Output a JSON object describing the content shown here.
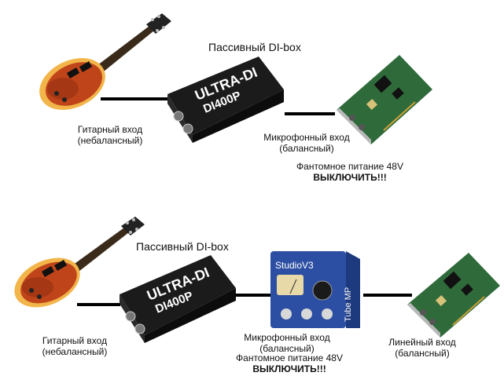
{
  "top": {
    "box_title": "Пассивный DI-box",
    "box_brand": "ULTRA-DI",
    "box_model": "DI400P",
    "guitar_input": [
      "Гитарный вход",
      "(небалансный)"
    ],
    "mic_input": [
      "Микрофонный вход",
      "(балансный)"
    ],
    "phantom": "Фантомное питание 48V",
    "disable": "ВЫКЛЮЧИТЬ!!!"
  },
  "bottom": {
    "box_title": "Пассивный DI-box",
    "box_brand": "ULTRA-DI",
    "box_model": "DI400P",
    "preamp_brand": "StudioV3",
    "preamp_side": "Tube MP",
    "guitar_input": [
      "Гитарный вход",
      "(небалансный)"
    ],
    "mic_input": [
      "Микрофонный вход",
      "(балансный)"
    ],
    "phantom": "Фантомное питание 48V",
    "disable": "ВЫКЛЮЧИТЬ!!!",
    "line_input": [
      "Линейный вход",
      "(балансный)"
    ]
  },
  "colors": {
    "guitar_body": "#c0441a",
    "guitar_edge": "#f2b54a",
    "pcb": "#2f6a3a",
    "preamp": "#2d4fa3",
    "cable": "#000000"
  }
}
